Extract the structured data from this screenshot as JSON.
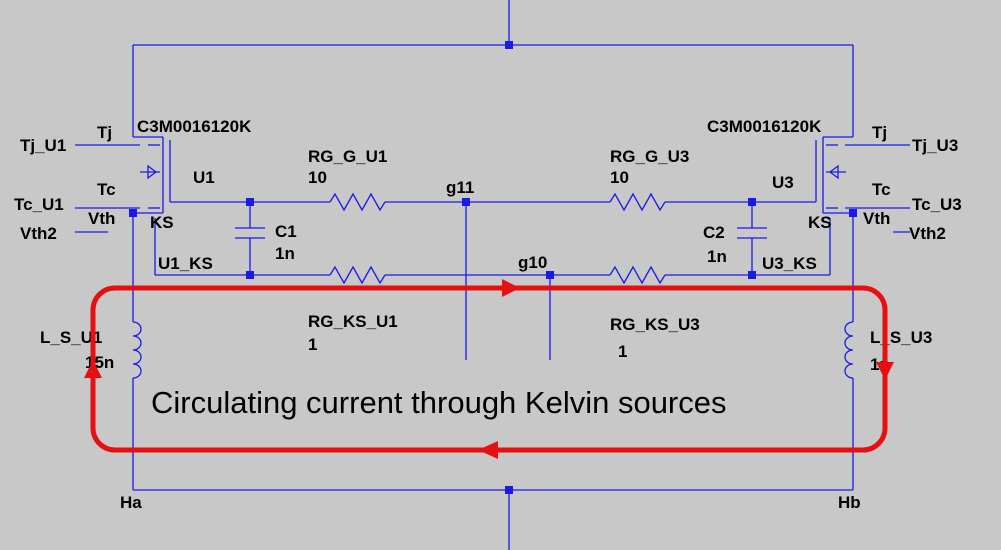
{
  "colors": {
    "wire": "#1a1ae6",
    "background": "#c8c8c8",
    "annotation": "#e51010"
  },
  "labels": {
    "u1_model": "C3M0016120K",
    "u3_model": "C3M0016120K",
    "u1_ref": "U1",
    "u3_ref": "U3",
    "tj_left": "Tj",
    "tj_right": "Tj",
    "tj_u1": "Tj_U1",
    "tj_u3": "Tj_U3",
    "tc_left": "Tc",
    "tc_right": "Tc",
    "tc_u1": "Tc_U1",
    "tc_u3": "Tc_U3",
    "vth_left": "Vth",
    "vth_right": "Vth",
    "vth2_left": "Vth2",
    "vth2_right": "Vth2",
    "ks_left": "KS",
    "ks_right": "KS",
    "u1_ks": "U1_KS",
    "u3_ks": "U3_KS",
    "rg_g_u1": "RG_G_U1",
    "rg_g_u1_val": "10",
    "rg_g_u3": "RG_G_U3",
    "rg_g_u3_val": "10",
    "rg_ks_u1": "RG_KS_U1",
    "rg_ks_u1_val": "1",
    "rg_ks_u3": "RG_KS_U3",
    "rg_ks_u3_val": "1",
    "c1": "C1",
    "c1_val": "1n",
    "c2": "C2",
    "c2_val": "1n",
    "g11": "g11",
    "g10": "g10",
    "l_s_u1": "L_S_U1",
    "l_s_u1_val": "15n",
    "l_s_u3": "L_S_U3",
    "l_s_u3_val": "1n",
    "ha": "Ha",
    "hb": "Hb"
  },
  "annotation": {
    "text": "Circulating current through Kelvin sources"
  }
}
